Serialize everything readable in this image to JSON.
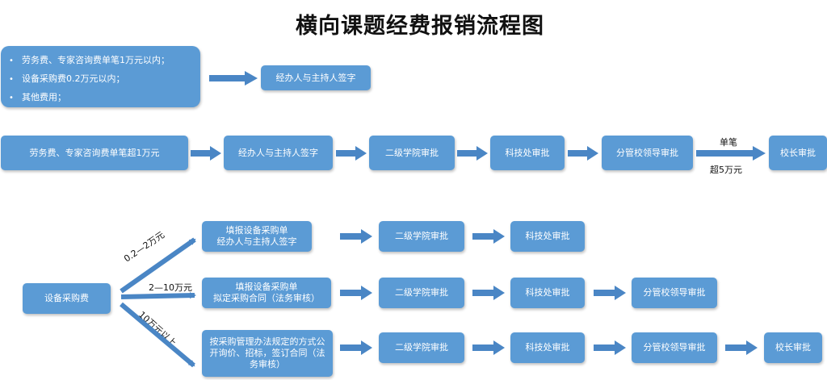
{
  "title": "横向课题经费报销流程图",
  "row1": {
    "items": [
      "劳务费、专家咨询费单笔1万元以内；",
      "设备采购费0.2万元以内；",
      "其他费用；"
    ],
    "step": "经办人与主持人签字"
  },
  "row2": {
    "start": "劳务费、专家咨询费单笔超1万元",
    "steps": [
      "经办人与主持人签字",
      "二级学院审批",
      "科技处审批",
      "分管校领导审批",
      "校长审批"
    ],
    "arrow_top": "单笔",
    "arrow_bottom": "超5万元"
  },
  "row3": {
    "start": "设备采购费",
    "branch_labels": [
      "0.2—2万元",
      "2—10万元",
      "10万元以上"
    ],
    "branch1": [
      "填报设备采购单\n经办人与主持人签字",
      "二级学院审批",
      "科技处审批"
    ],
    "branch2": [
      "填报设备采购单\n拟定采购合同（法务审核）",
      "二级学院审批",
      "科技处审批",
      "分管校领导审批"
    ],
    "branch3": [
      "按采购管理办法规定的方式公开询价、招标，签订合同（法务审核）",
      "二级学院审批",
      "科技处审批",
      "分管校领导审批",
      "校长审批"
    ]
  },
  "colors": {
    "box": "#5b9bd5",
    "arrow": "#4a86c5",
    "text": "#ffffff"
  },
  "icons": {
    "arrow": "block-right-arrow",
    "branch": "diagonal-arrow"
  }
}
